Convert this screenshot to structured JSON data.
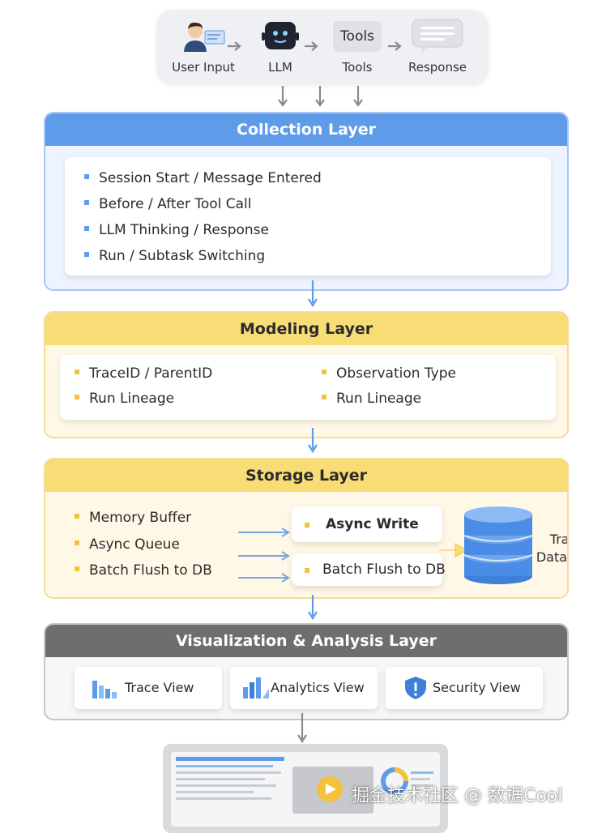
{
  "top_flow": {
    "items": [
      {
        "label": "User Input",
        "icon": "user-icon"
      },
      {
        "label": "LLM",
        "icon": "robot-icon"
      },
      {
        "label": "Tools",
        "icon_text": "Tools"
      },
      {
        "label": "Response",
        "icon": "chat-bubble-icon"
      }
    ]
  },
  "collection_layer": {
    "title": "Collection Layer",
    "items": [
      "Session Start / Message Entered",
      "Before / After Tool Call",
      "LLM Thinking / Response",
      "Run / Subtask Switching"
    ]
  },
  "modeling_layer": {
    "title": "Modeling Layer",
    "left_items": [
      "TraceID / ParentID",
      "Run Lineage"
    ],
    "right_items": [
      "Observation Type",
      "Run Lineage"
    ]
  },
  "storage_layer": {
    "title": "Storage Layer",
    "items": [
      "Memory Buffer",
      "Async Queue",
      "Batch Flush to DB"
    ],
    "async_write": "Async Write",
    "batch_flush": "Batch Flush to DB",
    "database_label_line1": "Trace",
    "database_label_line2": "Database"
  },
  "visualization_layer": {
    "title": "Visualization & Analysis Layer",
    "views": [
      {
        "label": "Trace View",
        "icon": "bar-chart-icon"
      },
      {
        "label": "Analytics View",
        "icon": "analytics-chart-icon"
      },
      {
        "label": "Security View",
        "icon": "shield-icon"
      }
    ]
  },
  "watermark": "掘金技术社区 @ 数据Cool",
  "colors": {
    "collection_accent": "#5e9be8",
    "modeling_accent": "#f8dc76",
    "storage_accent": "#f8dc76",
    "visual_accent": "#6e6e71"
  }
}
